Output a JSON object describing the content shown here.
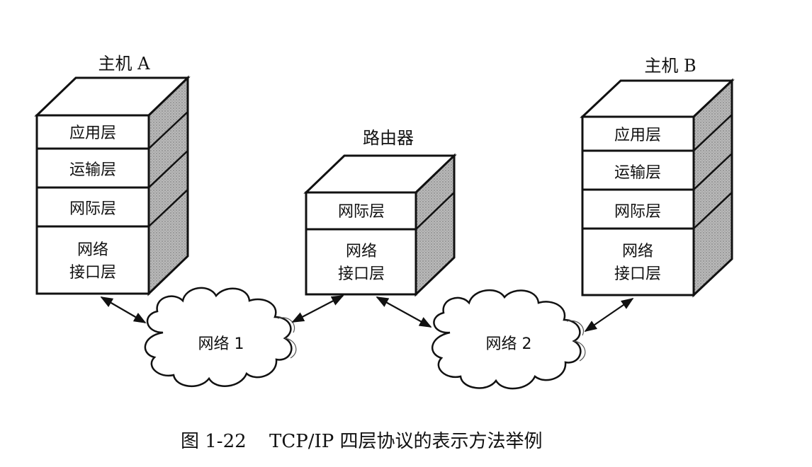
{
  "host_a": {
    "title": "主机 A",
    "layers": {
      "application": "应用层",
      "transport": "运输层",
      "internet": "网际层",
      "netif_line1": "网络",
      "netif_line2": "接口层"
    }
  },
  "router": {
    "title": "路由器",
    "layers": {
      "internet": "网际层",
      "netif_line1": "网络",
      "netif_line2": "接口层"
    }
  },
  "host_b": {
    "title": "主机 B",
    "layers": {
      "application": "应用层",
      "transport": "运输层",
      "internet": "网际层",
      "netif_line1": "网络",
      "netif_line2": "接口层"
    }
  },
  "networks": {
    "net1": "网络 1",
    "net2": "网络 2"
  },
  "caption": {
    "figure_no": "图 1-22",
    "text": "TCP/IP 四层协议的表示方法举例"
  }
}
